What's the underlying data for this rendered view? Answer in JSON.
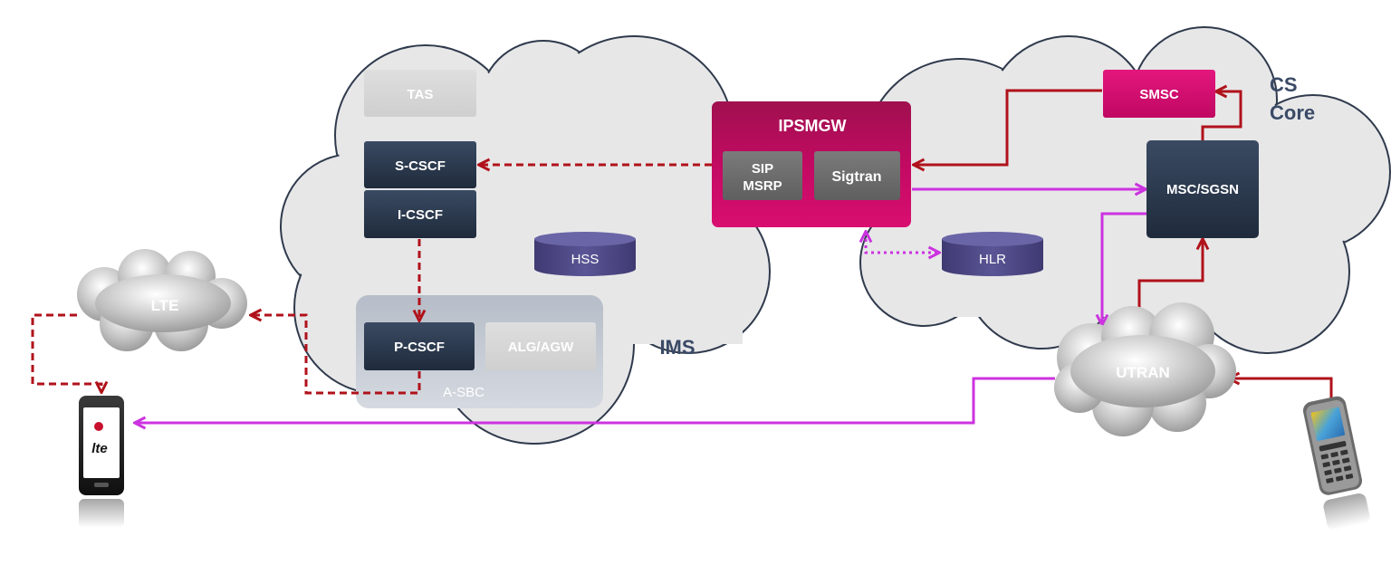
{
  "ims": {
    "label": "IMS",
    "tas": "TAS",
    "s_cscf": "S-CSCF",
    "i_cscf": "I-CSCF",
    "hss": "HSS",
    "p_cscf": "P-CSCF",
    "alg_agw": "ALG/AGW",
    "a_sbc": "A-SBC"
  },
  "ipsmgw": {
    "title": "IPSMGW",
    "sip_line1": "SIP",
    "sip_line2": "MSRP",
    "sigtran": "Sigtran"
  },
  "cs_core": {
    "label_line1": "CS",
    "label_line2": "Core",
    "smsc": "SMSC",
    "msc_sgsn": "MSC/SGSN",
    "hlr": "HLR"
  },
  "access": {
    "lte": "LTE",
    "utran": "UTRAN"
  },
  "phone_logo": {
    "brand": "lte"
  },
  "colors": {
    "dark_node": "#2e3d52",
    "magenta_node": "#c50a66",
    "smsc": "#d4096b",
    "grey_node": "#6e6e6e",
    "db": "#4f4a86",
    "red_arrow": "#b0121b",
    "purple_arrow": "#cc33e0"
  }
}
